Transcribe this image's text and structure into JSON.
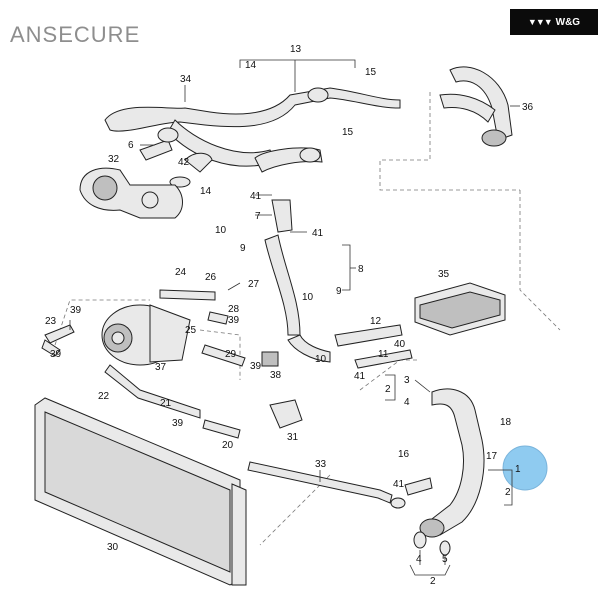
{
  "brand_text": "ANSECURE",
  "logo_badge_text": "W&G",
  "highlight_color": "#8fcbf0",
  "callouts": [
    "13",
    "14",
    "15",
    "15",
    "34",
    "36",
    "6",
    "32",
    "42",
    "14",
    "41",
    "7",
    "41",
    "10",
    "9",
    "8",
    "9",
    "10",
    "35",
    "24",
    "26",
    "27",
    "28",
    "39",
    "23",
    "39",
    "25",
    "39",
    "37",
    "39",
    "29",
    "38",
    "10",
    "12",
    "40",
    "11",
    "41",
    "22",
    "21",
    "39",
    "31",
    "20",
    "33",
    "41",
    "30",
    "2",
    "3",
    "4",
    "18",
    "16",
    "17",
    "1",
    "2",
    "4",
    "5",
    "2"
  ]
}
